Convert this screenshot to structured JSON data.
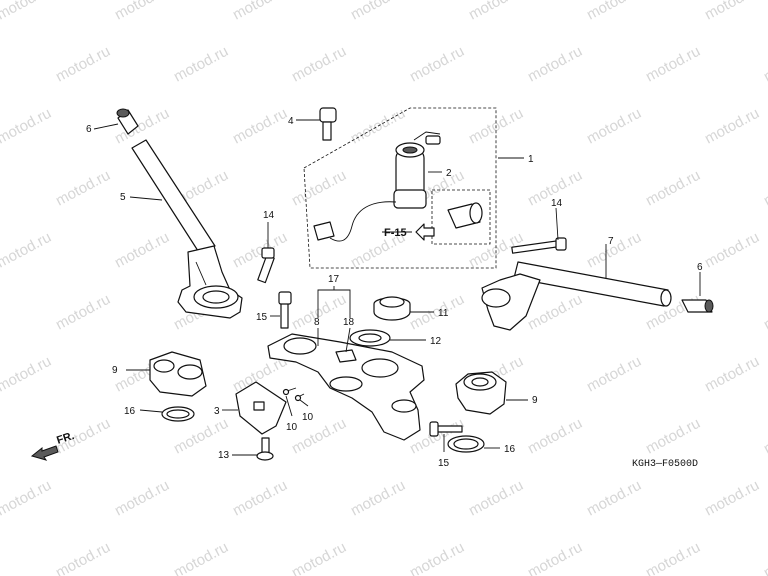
{
  "watermark": {
    "text": "motod.ru",
    "color": "#d6d6d6"
  },
  "diagram_code": "KGH3—F0500D",
  "front_arrow_label": "FR.",
  "figure_ref": "F-15",
  "callouts": [
    {
      "id": "c-1",
      "label": "1"
    },
    {
      "id": "c-2",
      "label": "2"
    },
    {
      "id": "c-3",
      "label": "3"
    },
    {
      "id": "c-4",
      "label": "4"
    },
    {
      "id": "c-5",
      "label": "5"
    },
    {
      "id": "c-6a",
      "label": "6"
    },
    {
      "id": "c-6b",
      "label": "6"
    },
    {
      "id": "c-7",
      "label": "7"
    },
    {
      "id": "c-8",
      "label": "8"
    },
    {
      "id": "c-9a",
      "label": "9"
    },
    {
      "id": "c-9b",
      "label": "9"
    },
    {
      "id": "c-10a",
      "label": "10"
    },
    {
      "id": "c-10b",
      "label": "10"
    },
    {
      "id": "c-11",
      "label": "11"
    },
    {
      "id": "c-12",
      "label": "12"
    },
    {
      "id": "c-13",
      "label": "13"
    },
    {
      "id": "c-14a",
      "label": "14"
    },
    {
      "id": "c-14b",
      "label": "14"
    },
    {
      "id": "c-15a",
      "label": "15"
    },
    {
      "id": "c-15b",
      "label": "15"
    },
    {
      "id": "c-16a",
      "label": "16"
    },
    {
      "id": "c-16b",
      "label": "16"
    },
    {
      "id": "c-17",
      "label": "17"
    },
    {
      "id": "c-18",
      "label": "18"
    }
  ]
}
